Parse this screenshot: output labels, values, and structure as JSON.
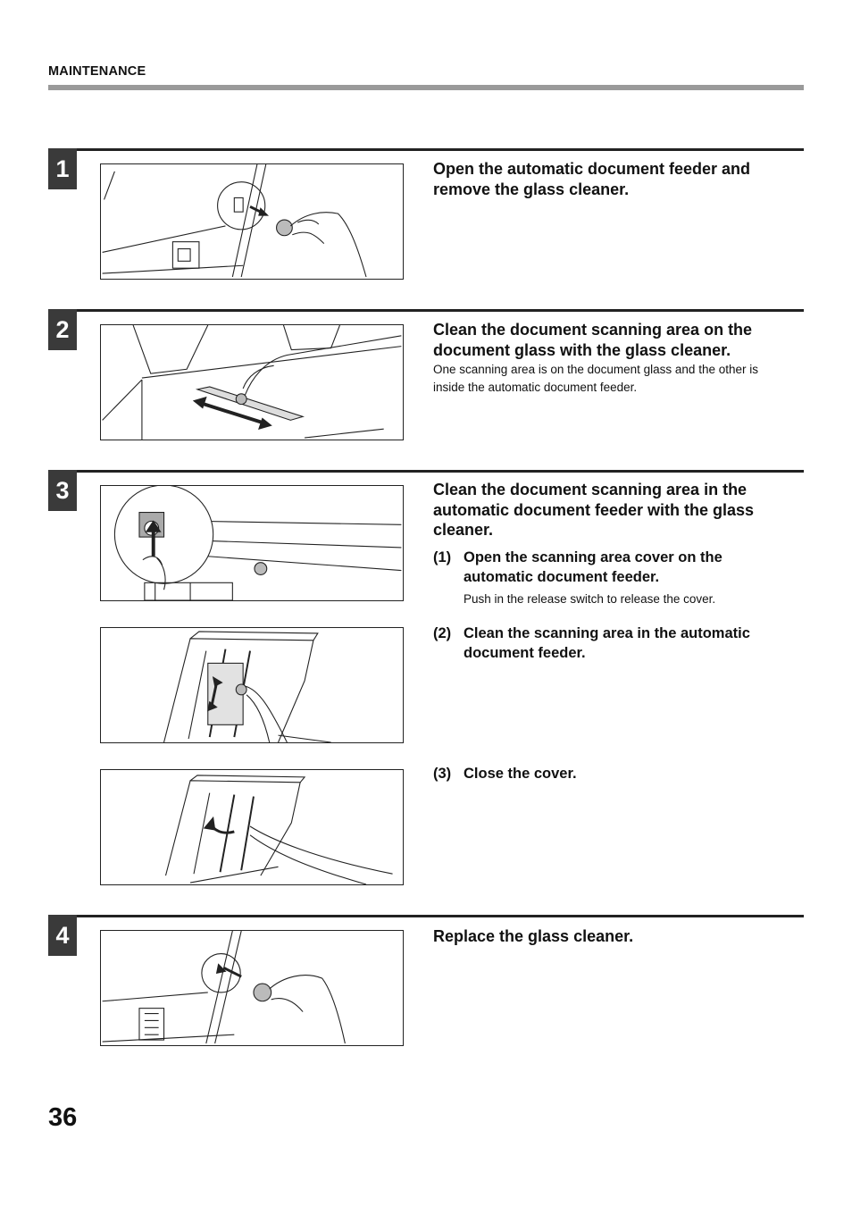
{
  "header": {
    "section": "MAINTENANCE"
  },
  "steps": [
    {
      "number": "1",
      "title": "Open the automatic document feeder and remove the glass cleaner."
    },
    {
      "number": "2",
      "title": "Clean the document scanning area on the document glass with the glass cleaner.",
      "text": "One scanning area is on the document glass and the other is inside the automatic document feeder."
    },
    {
      "number": "3",
      "title": "Clean the document scanning area in the automatic document feeder with the glass cleaner.",
      "substeps": [
        {
          "num": "(1)",
          "text": "Open the scanning area cover on the automatic document feeder.",
          "note": "Push in the release switch to release the cover."
        },
        {
          "num": "(2)",
          "text": "Clean the scanning area in the automatic document feeder."
        },
        {
          "num": "(3)",
          "text": "Close the cover."
        }
      ]
    },
    {
      "number": "4",
      "title": "Replace the glass cleaner."
    }
  ],
  "page_number": "36"
}
